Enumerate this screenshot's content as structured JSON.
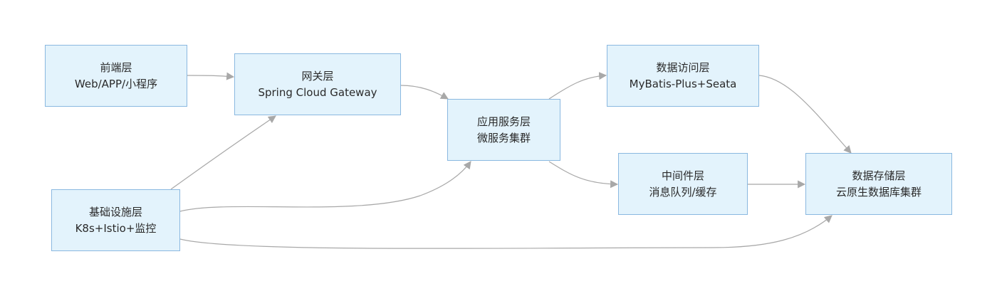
{
  "diagram": {
    "nodes": {
      "frontend": {
        "title": "前端层",
        "subtitle": "Web/APP/小程序"
      },
      "gateway": {
        "title": "网关层",
        "subtitle": "Spring Cloud Gateway"
      },
      "app": {
        "title": "应用服务层",
        "subtitle": "微服务集群"
      },
      "dal": {
        "title": "数据访问层",
        "subtitle": "MyBatis-Plus+Seata"
      },
      "mw": {
        "title": "中间件层",
        "subtitle": "消息队列/缓存"
      },
      "storage": {
        "title": "数据存储层",
        "subtitle": "云原生数据库集群"
      },
      "infra": {
        "title": "基础设施层",
        "subtitle": "K8s+Istio+监控"
      }
    },
    "edges": [
      {
        "from": "frontend",
        "to": "gateway"
      },
      {
        "from": "gateway",
        "to": "app"
      },
      {
        "from": "app",
        "to": "dal"
      },
      {
        "from": "app",
        "to": "mw"
      },
      {
        "from": "dal",
        "to": "storage"
      },
      {
        "from": "mw",
        "to": "storage"
      },
      {
        "from": "infra",
        "to": "gateway"
      },
      {
        "from": "infra",
        "to": "app"
      },
      {
        "from": "infra",
        "to": "storage"
      }
    ],
    "colors": {
      "node_fill": "#e3f3fc",
      "node_border": "#8ab8e0",
      "edge": "#a8a8a8"
    }
  }
}
